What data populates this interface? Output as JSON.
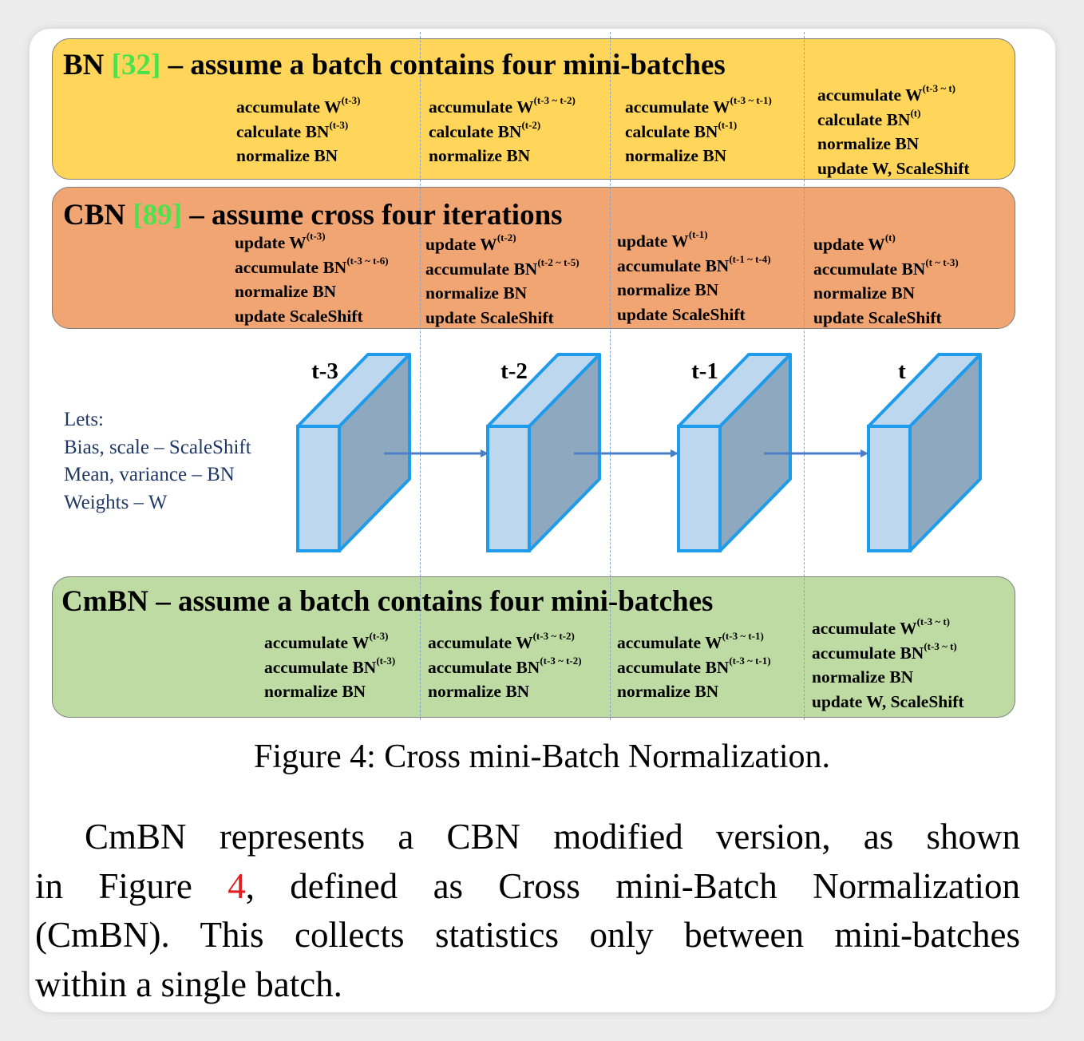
{
  "bn": {
    "name": "BN",
    "ref": "[32]",
    "rest": " – assume a batch contains four mini-batches",
    "columns": [
      [
        [
          "accumulate W",
          "(t-3)"
        ],
        [
          "calculate BN",
          "(t-3)"
        ],
        [
          "normalize BN",
          ""
        ]
      ],
      [
        [
          "accumulate W",
          "(t-3 ~ t-2)"
        ],
        [
          "calculate BN",
          "(t-2)"
        ],
        [
          "normalize BN",
          ""
        ]
      ],
      [
        [
          "accumulate W",
          "(t-3 ~ t-1)"
        ],
        [
          "calculate BN",
          "(t-1)"
        ],
        [
          "normalize BN",
          ""
        ]
      ],
      [
        [
          "accumulate W",
          "(t-3 ~ t)"
        ],
        [
          "calculate BN",
          "(t)"
        ],
        [
          "normalize BN",
          ""
        ],
        [
          "update W, ScaleShift",
          ""
        ]
      ]
    ]
  },
  "cbn": {
    "name": "CBN",
    "ref": "[89]",
    "rest": " – assume cross four iterations",
    "columns": [
      [
        [
          "update W",
          "(t-3)"
        ],
        [
          "accumulate BN",
          "(t-3 ~ t-6)"
        ],
        [
          "normalize BN",
          ""
        ],
        [
          "update ScaleShift",
          ""
        ]
      ],
      [
        [
          "update W",
          "(t-2)"
        ],
        [
          "accumulate BN",
          "(t-2 ~ t-5)"
        ],
        [
          "normalize BN",
          ""
        ],
        [
          "update ScaleShift",
          ""
        ]
      ],
      [
        [
          "update W",
          "(t-1)"
        ],
        [
          "accumulate BN",
          "(t-1 ~ t-4)"
        ],
        [
          "normalize BN",
          ""
        ],
        [
          "update ScaleShift",
          ""
        ]
      ],
      [
        [
          "update W",
          "(t)"
        ],
        [
          "accumulate BN",
          "(t ~ t-3)"
        ],
        [
          "normalize BN",
          ""
        ],
        [
          "update ScaleShift",
          ""
        ]
      ]
    ]
  },
  "cmbn": {
    "name": "CmBN",
    "rest": " – assume a batch contains four mini-batches",
    "columns": [
      [
        [
          "accumulate W",
          "(t-3)"
        ],
        [
          "accumulate BN",
          "(t-3)"
        ],
        [
          "normalize BN",
          ""
        ]
      ],
      [
        [
          "accumulate W",
          "(t-3 ~ t-2)"
        ],
        [
          "accumulate BN",
          "(t-3 ~ t-2)"
        ],
        [
          "normalize BN",
          ""
        ]
      ],
      [
        [
          "accumulate W",
          "(t-3 ~ t-1)"
        ],
        [
          "accumulate BN",
          "(t-3 ~ t-1)"
        ],
        [
          "normalize BN",
          ""
        ]
      ],
      [
        [
          "accumulate W",
          "(t-3 ~ t)"
        ],
        [
          "accumulate BN",
          "(t-3 ~ t)"
        ],
        [
          "normalize BN",
          ""
        ],
        [
          "update W, ScaleShift",
          ""
        ]
      ]
    ]
  },
  "timesteps": [
    "t-3",
    "t-2",
    "t-1",
    "t"
  ],
  "legend": {
    "title": "Lets:",
    "lines": [
      "Bias, scale – ScaleShift",
      "Mean, variance – BN",
      "Weights – W"
    ]
  },
  "caption": "Figure 4: Cross mini-Batch Normalization.",
  "paragraph": {
    "line1": "CmBN represents a CBN modified version, as shown",
    "line2_pre": "in Figure ",
    "line2_ref": "4",
    "line2_post": ", defined as Cross mini-Batch Normalization",
    "line3": "(CmBN). This collects statistics only between mini-batches",
    "line4": "within a single batch."
  },
  "colors": {
    "bn_box": "#ffd55a",
    "cbn_box": "#f0a573",
    "cmbn_box": "#bedba3",
    "ref_green": "#4be34b",
    "ref_red": "#e02020",
    "block_front": "#bdd7ee",
    "block_side": "#8ea9bf",
    "block_border": "#1e9bea",
    "arrow": "#4a7fc8",
    "legend_text": "#1f3864"
  }
}
